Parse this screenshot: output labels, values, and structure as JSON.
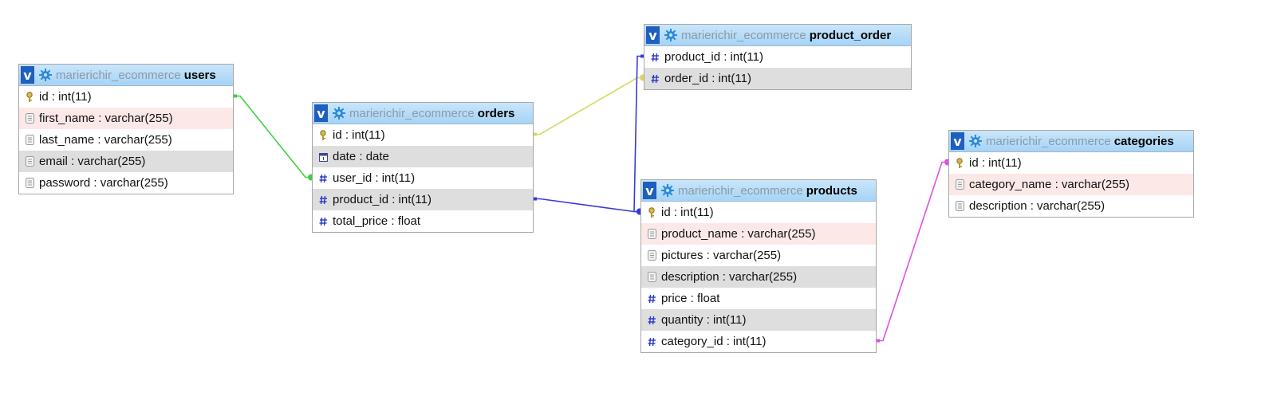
{
  "colors": {
    "header_top": "#c9e6fb",
    "header_bottom": "#a6d3f5",
    "v_button": "#1e5fbf",
    "db_name": "#8a9aa8",
    "row_alt": "#dedede",
    "row_highlight": "#fde8e8",
    "link_users_orders": "#3fcf3f",
    "link_orders_product_order": "#d8d860",
    "link_orders_products": "#3a3ad8",
    "link_products_categories": "#e050e0"
  },
  "tables": [
    {
      "id": "users",
      "db": "marierichir_ecommerce",
      "name": "users",
      "v_label": "v",
      "gear_icon": "gear-icon",
      "columns": [
        {
          "text": "id : int(11)",
          "icon": "key-icon",
          "style": "normal"
        },
        {
          "text": "first_name : varchar(255)",
          "icon": "text-field-icon",
          "style": "hl"
        },
        {
          "text": "last_name : varchar(255)",
          "icon": "text-field-icon",
          "style": "normal"
        },
        {
          "text": "email : varchar(255)",
          "icon": "text-field-icon",
          "style": "alt"
        },
        {
          "text": "password : varchar(255)",
          "icon": "text-field-icon",
          "style": "normal"
        }
      ]
    },
    {
      "id": "orders",
      "db": "marierichir_ecommerce",
      "name": "orders",
      "v_label": "v",
      "gear_icon": "gear-icon",
      "columns": [
        {
          "text": "id : int(11)",
          "icon": "key-icon",
          "style": "normal"
        },
        {
          "text": "date : date",
          "icon": "date-icon",
          "style": "alt"
        },
        {
          "text": "user_id : int(11)",
          "icon": "number-icon",
          "style": "normal"
        },
        {
          "text": "product_id : int(11)",
          "icon": "number-icon",
          "style": "alt"
        },
        {
          "text": "total_price : float",
          "icon": "number-icon",
          "style": "normal"
        }
      ]
    },
    {
      "id": "product_order",
      "db": "marierichir_ecommerce",
      "name": "product_order",
      "v_label": "v",
      "gear_icon": "gear-icon",
      "columns": [
        {
          "text": "product_id : int(11)",
          "icon": "number-icon",
          "style": "normal"
        },
        {
          "text": "order_id : int(11)",
          "icon": "number-icon",
          "style": "alt"
        }
      ]
    },
    {
      "id": "products",
      "db": "marierichir_ecommerce",
      "name": "products",
      "v_label": "v",
      "gear_icon": "gear-icon",
      "columns": [
        {
          "text": "id : int(11)",
          "icon": "key-icon",
          "style": "normal"
        },
        {
          "text": "product_name : varchar(255)",
          "icon": "text-field-icon",
          "style": "hl"
        },
        {
          "text": "pictures : varchar(255)",
          "icon": "text-field-icon",
          "style": "normal"
        },
        {
          "text": "description : varchar(255)",
          "icon": "text-field-icon",
          "style": "alt"
        },
        {
          "text": "price : float",
          "icon": "number-icon",
          "style": "normal"
        },
        {
          "text": "quantity : int(11)",
          "icon": "number-icon",
          "style": "alt"
        },
        {
          "text": "category_id : int(11)",
          "icon": "number-icon",
          "style": "normal"
        }
      ]
    },
    {
      "id": "categories",
      "db": "marierichir_ecommerce",
      "name": "categories",
      "v_label": "v",
      "gear_icon": "gear-icon",
      "columns": [
        {
          "text": "id : int(11)",
          "icon": "key-icon",
          "style": "normal"
        },
        {
          "text": "category_name : varchar(255)",
          "icon": "text-field-icon",
          "style": "hl"
        },
        {
          "text": "description : varchar(255)",
          "icon": "text-field-icon",
          "style": "normal"
        }
      ]
    }
  ],
  "relations": [
    {
      "id": "users-orders",
      "from_table": "users",
      "from_column": 0,
      "to_table": "orders",
      "to_column": 2,
      "color_key": "link_users_orders"
    },
    {
      "id": "orders-product_order",
      "from_table": "orders",
      "from_column": 0,
      "to_table": "product_order",
      "to_column": 1,
      "color_key": "link_orders_product_order"
    },
    {
      "id": "product_order-products",
      "from_table": "product_order",
      "from_column": 0,
      "to_table": "products",
      "to_column": 0,
      "color_key": "link_orders_products"
    },
    {
      "id": "orders-products",
      "from_table": "orders",
      "from_column": 3,
      "to_table": "products",
      "to_column": 0,
      "color_key": "link_orders_products"
    },
    {
      "id": "products-categories",
      "from_table": "products",
      "from_column": 6,
      "to_table": "categories",
      "to_column": 0,
      "color_key": "link_products_categories"
    }
  ]
}
